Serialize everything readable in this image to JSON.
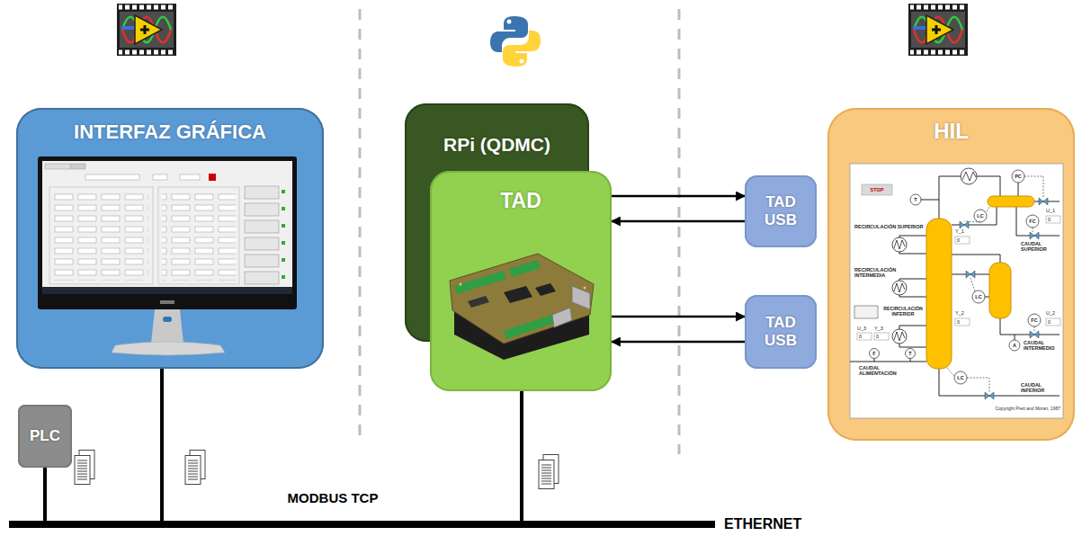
{
  "diagram": {
    "nodes": [
      {
        "text": [
          "INTERFAZ GRÁFICA"
        ]
      },
      {
        "text": [
          "RPi (QDMC)"
        ]
      },
      {
        "text": [
          "TAD"
        ]
      },
      {
        "text": [
          "TAD USB"
        ]
      },
      {
        "text": [
          "TAD USB"
        ]
      },
      {
        "text": [
          "HIL"
        ]
      },
      {
        "text": [
          "PLC"
        ]
      },
      {
        "text": [
          "ETHERNET"
        ]
      }
    ],
    "edges": [
      {
        "from": 2,
        "to": 3,
        "arrow": "to"
      },
      {
        "from": 3,
        "to": 2,
        "arrow": "to"
      },
      {
        "from": 2,
        "to": 4,
        "arrow": "to"
      },
      {
        "from": 4,
        "to": 2,
        "arrow": "to"
      },
      {
        "from": 6,
        "to": 7,
        "arrow": "none"
      },
      {
        "from": 0,
        "to": 7,
        "arrow": "none"
      },
      {
        "from": 2,
        "to": 7,
        "arrow": "none"
      }
    ],
    "labels": [
      "MODBUS TCP",
      "STOP",
      "T",
      "PC",
      "LC",
      "FC",
      "U_1",
      "0",
      "RECIRCULACIÓN SUPERIOR",
      "Y_1",
      "0",
      "CAUDAL SUPERIOR",
      "RECIRCULACIÓN INTERMEDIA",
      "LC",
      "RECIRCULACIÓN INFERIOR",
      "U_2",
      "0",
      "Y_2",
      "0",
      "FC",
      "U_3",
      "0",
      "Y_3",
      "0",
      "CAUDAL INTERMEDIO",
      "A",
      "F",
      "T",
      "CAUDAL ALIMENTACIÓN",
      "LC",
      "CAUDAL INFERIOR",
      "Copyright Prett and Morari, 1987"
    ]
  }
}
